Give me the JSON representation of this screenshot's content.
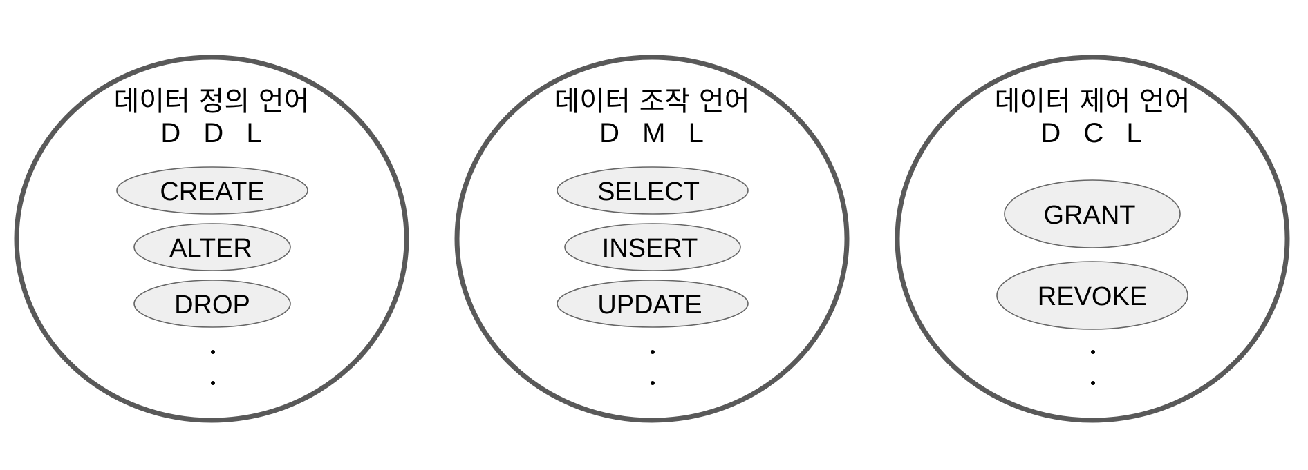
{
  "groups": [
    {
      "title": "데이터 정의 언어",
      "abbr": "D D L",
      "commands": [
        "CREATE",
        "ALTER",
        "DROP"
      ],
      "more": true
    },
    {
      "title": "데이터 조작 언어",
      "abbr": "D M L",
      "commands": [
        "SELECT",
        "INSERT",
        "UPDATE"
      ],
      "more": true
    },
    {
      "title": "데이터 제어 언어",
      "abbr": "D C L",
      "commands": [
        "GRANT",
        "REVOKE"
      ],
      "more": true
    }
  ]
}
